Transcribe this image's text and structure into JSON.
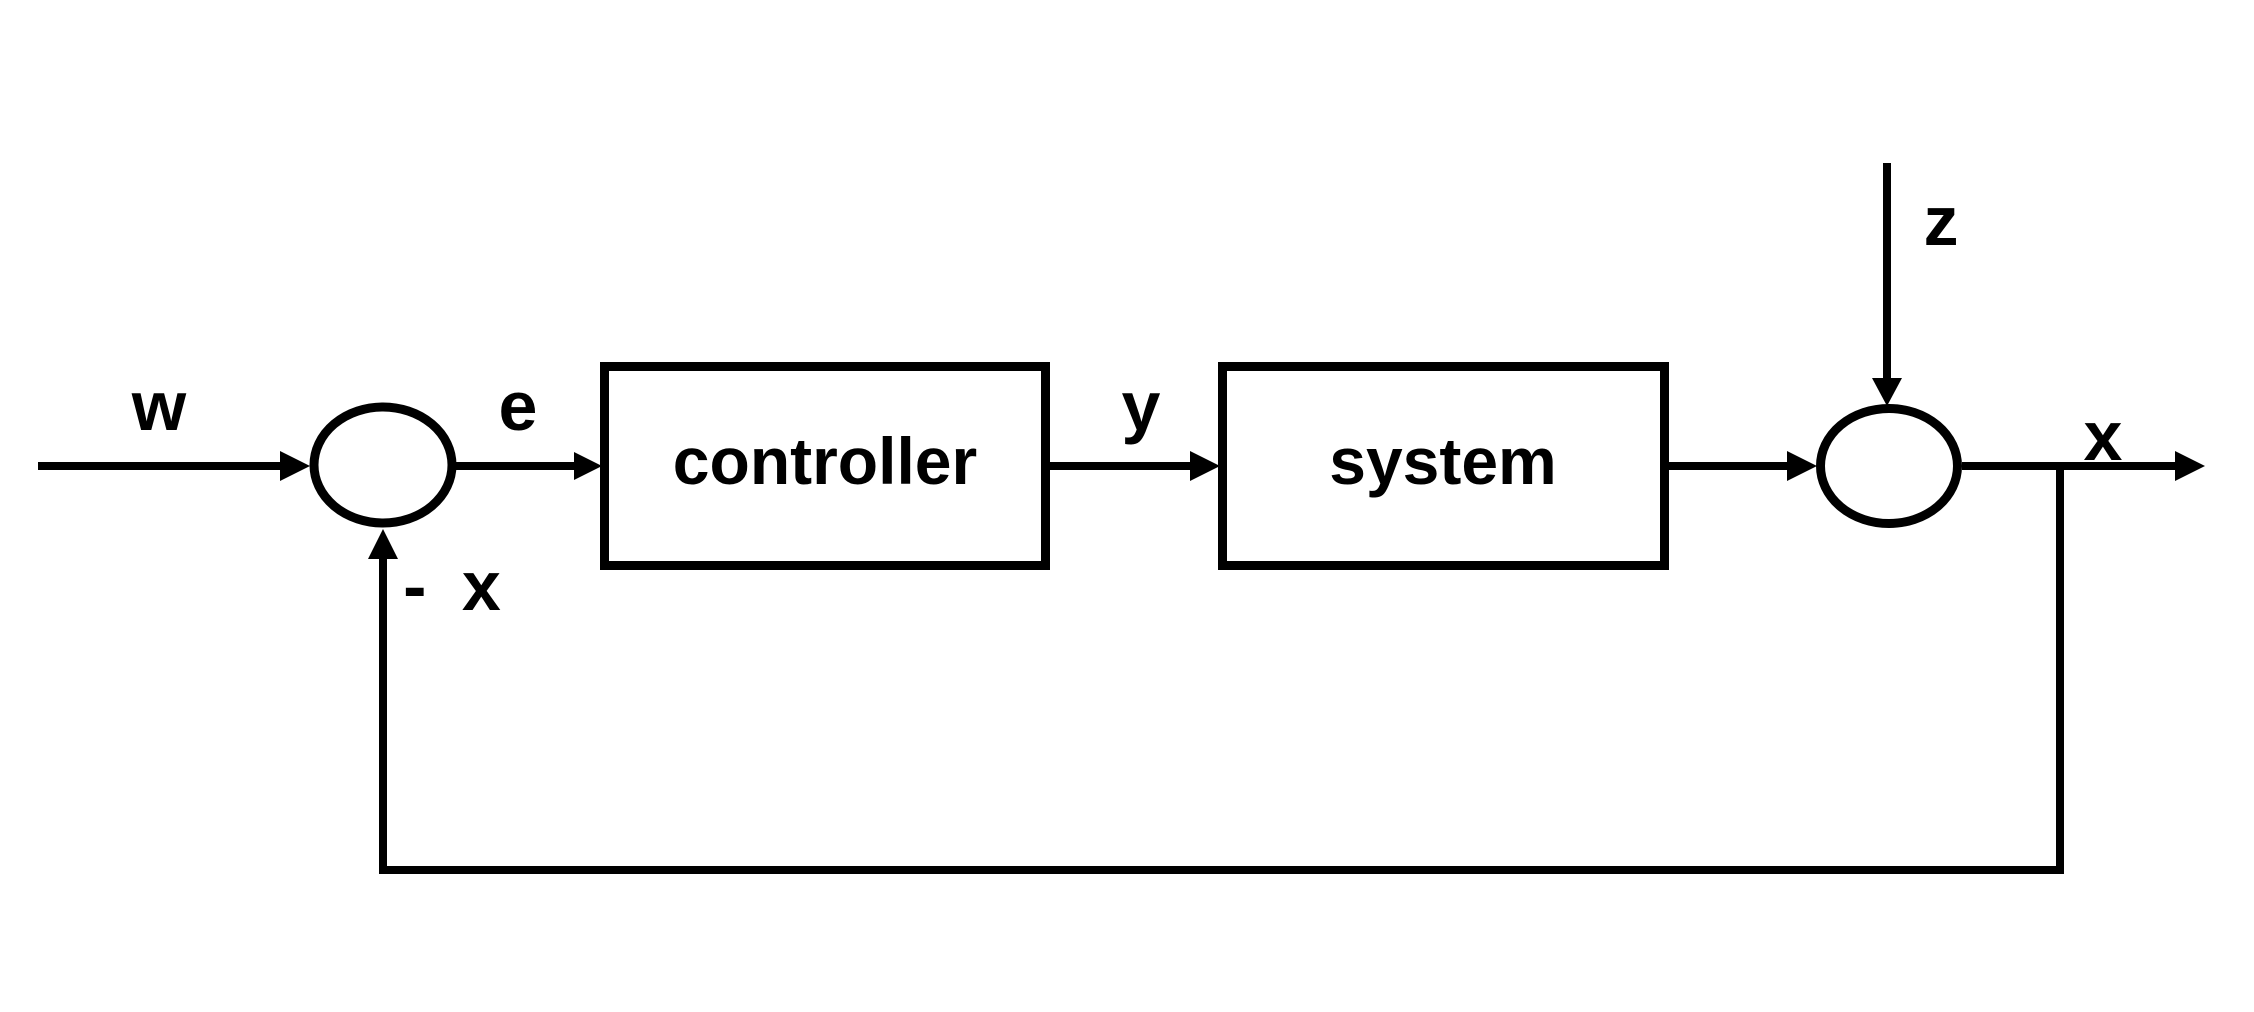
{
  "diagram": {
    "kind": "closed-loop feedback control block diagram",
    "colors": {
      "background": "#ffffff",
      "ink": "#000000"
    },
    "blocks": {
      "controller": {
        "label": "controller"
      },
      "system": {
        "label": "system"
      }
    },
    "signals": {
      "reference_input": {
        "label": "w"
      },
      "error": {
        "label": "e"
      },
      "controller_output": {
        "label": "y"
      },
      "disturbance": {
        "label": "z"
      },
      "output": {
        "label": "x"
      },
      "negative_feedback": {
        "label": "- x"
      }
    },
    "junctions": [
      {
        "id": "sum-left",
        "shape": "circle",
        "inputs": [
          "w",
          "- x"
        ],
        "output": "e"
      },
      {
        "id": "sum-right",
        "shape": "circle",
        "inputs": [
          "system output",
          "z"
        ],
        "output": "x"
      }
    ],
    "connections": [
      {
        "from": "w",
        "to": "sum-left"
      },
      {
        "from": "sum-left",
        "to": "controller",
        "label": "e"
      },
      {
        "from": "controller",
        "to": "system",
        "label": "y"
      },
      {
        "from": "system",
        "to": "sum-right"
      },
      {
        "from": "z",
        "to": "sum-right"
      },
      {
        "from": "sum-right",
        "to": "output",
        "label": "x"
      },
      {
        "from": "output",
        "to": "sum-left",
        "label": "- x",
        "path": "feedback loop (down, left, up)"
      }
    ]
  }
}
